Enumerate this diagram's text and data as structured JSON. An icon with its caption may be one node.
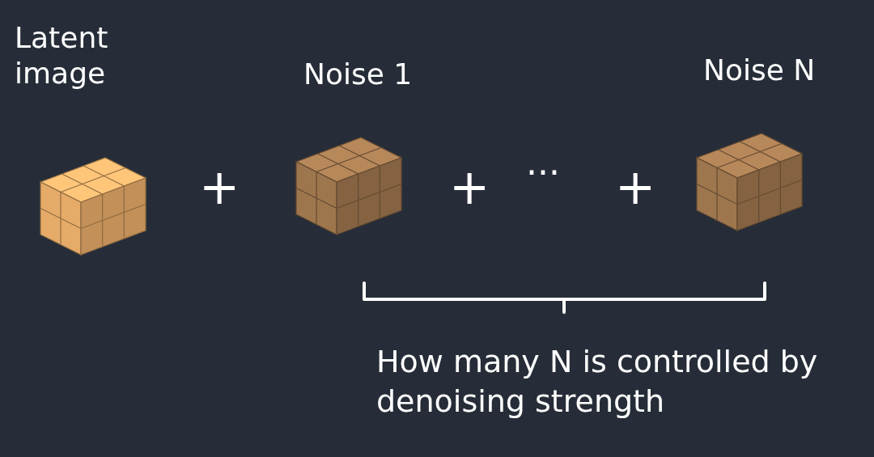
{
  "diagram": {
    "nodes": [
      {
        "text": [
          "Latent image"
        ]
      },
      {
        "text": [
          "Noise 1"
        ]
      },
      {
        "text": [
          "Noise N"
        ]
      }
    ],
    "labels": [
      "+",
      "+",
      "···",
      "+",
      "How many N is controlled by denoising strength"
    ]
  }
}
